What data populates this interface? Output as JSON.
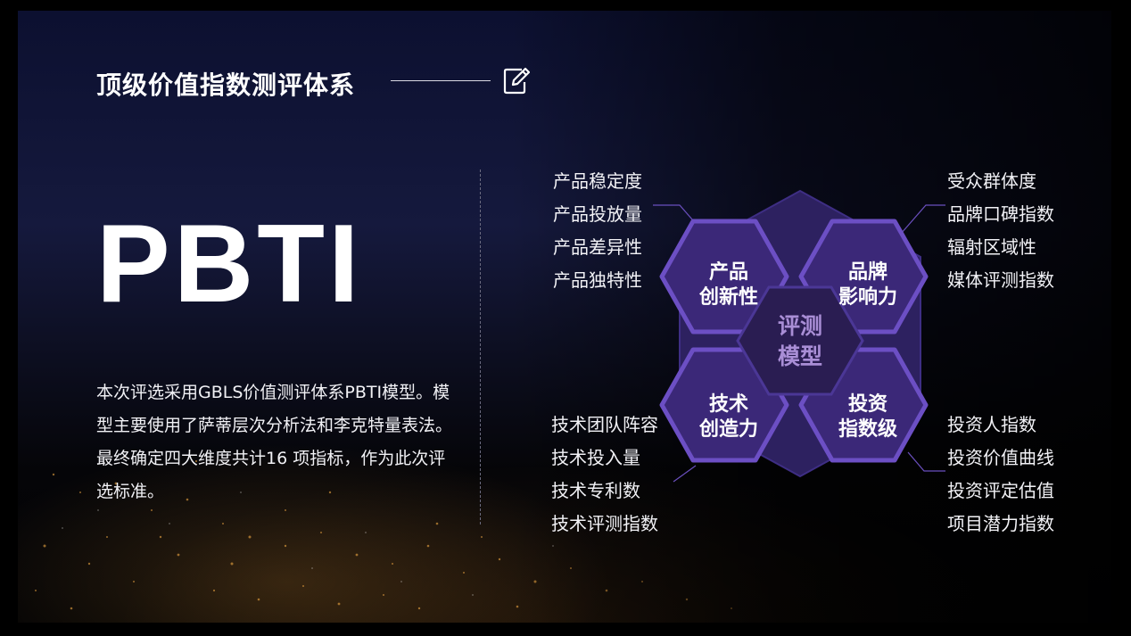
{
  "title": "顶级价值指数测评体系",
  "icons": {
    "edit": "edit-icon"
  },
  "hero": "PBTI",
  "description": "本次评选采用GBLS价值测评体系PBTI模型。模型主要使用了萨蒂层次分析法和李克特量表法。最终确定四大维度共计16 项指标，作为此次评选标准。",
  "center": "评测模型",
  "dimensions": {
    "product": {
      "title": "产品创新性",
      "items": [
        "产品稳定度",
        "产品投放量",
        "产品差异性",
        "产品独特性"
      ]
    },
    "brand": {
      "title": "品牌影响力",
      "items": [
        "受众群体度",
        "品牌口碑指数",
        "辐射区域性",
        "媒体评测指数"
      ]
    },
    "tech": {
      "title": "技术创造力",
      "items": [
        "技术团队阵容",
        "技术投入量",
        "技术专利数",
        "技术评测指数"
      ]
    },
    "invest": {
      "title": "投资指数级",
      "items": [
        "投资人指数",
        "投资价值曲线",
        "投资评定估值",
        "项目潜力指数"
      ]
    }
  },
  "colors": {
    "hex_fill": "#3b2878",
    "hex_border": "#6c4fc4",
    "back_hex": "#2d2160",
    "center_fill": "#2a1d52",
    "center_text": "#a98ed6"
  }
}
